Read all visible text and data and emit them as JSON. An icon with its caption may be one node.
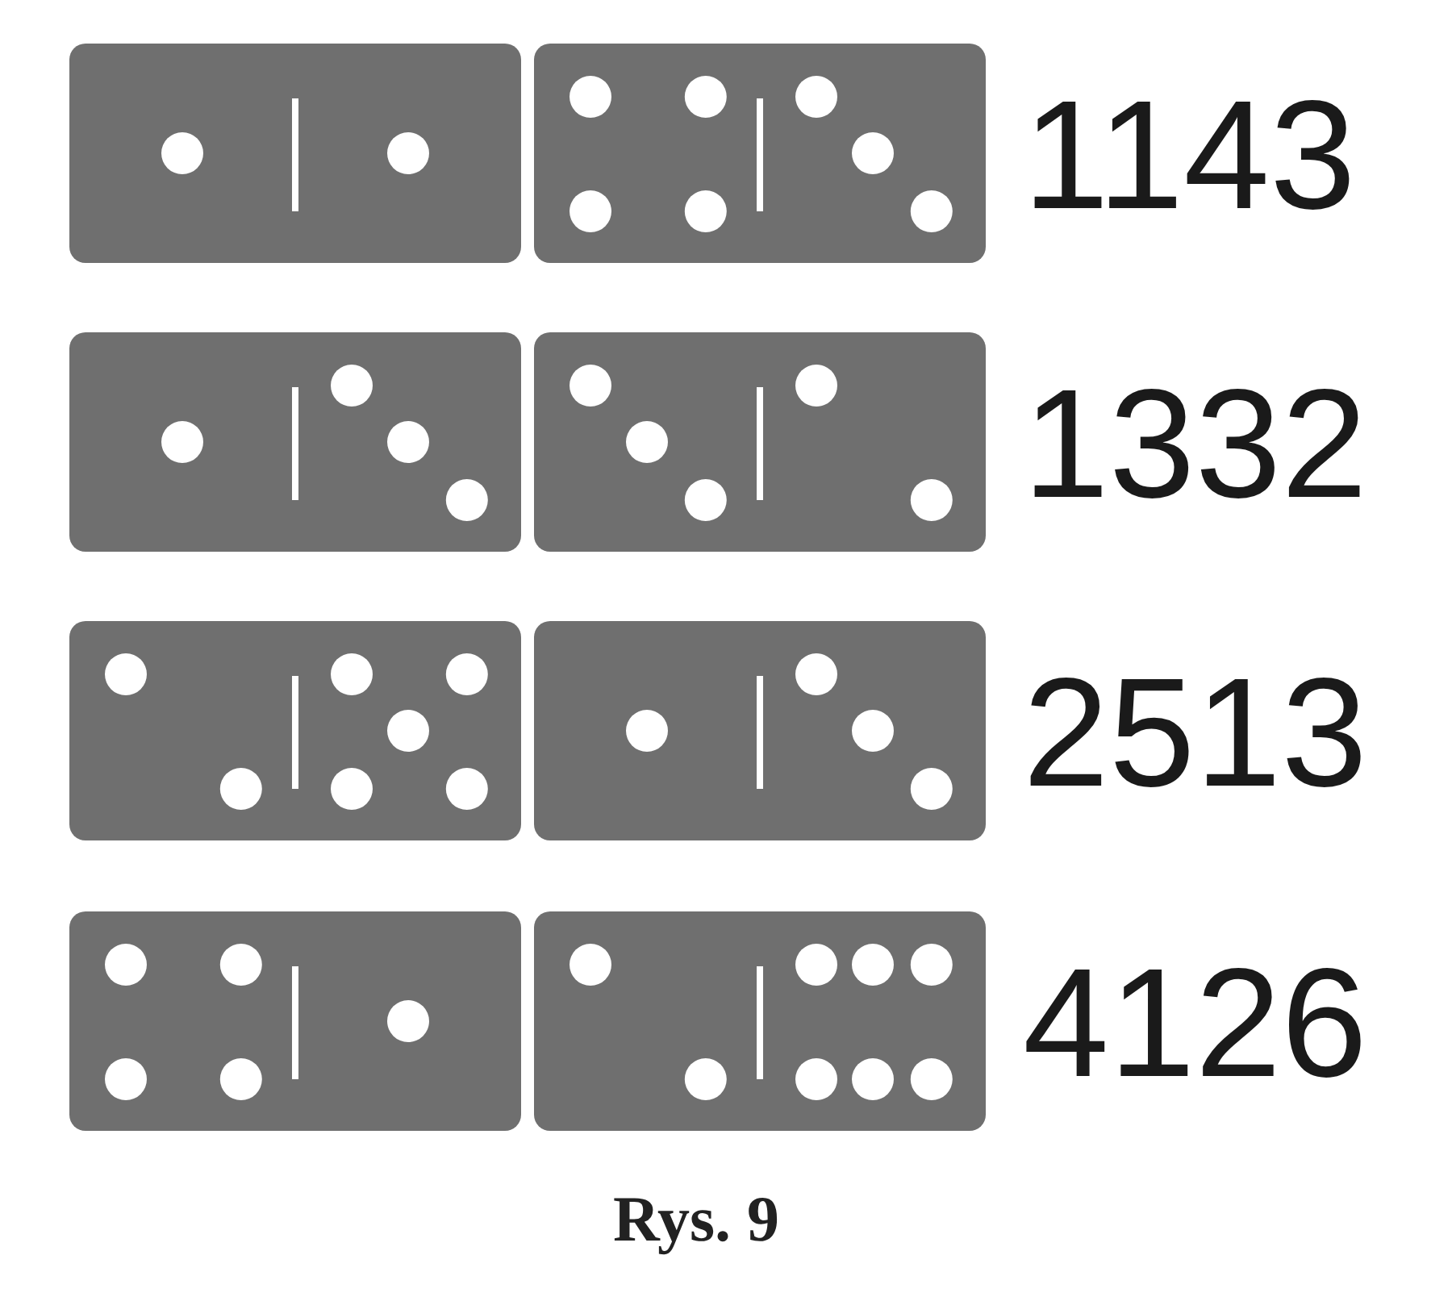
{
  "diagram": {
    "caption": "Rys. 9",
    "labels": [
      "1143",
      "1332",
      "2513",
      "4126"
    ]
  }
}
